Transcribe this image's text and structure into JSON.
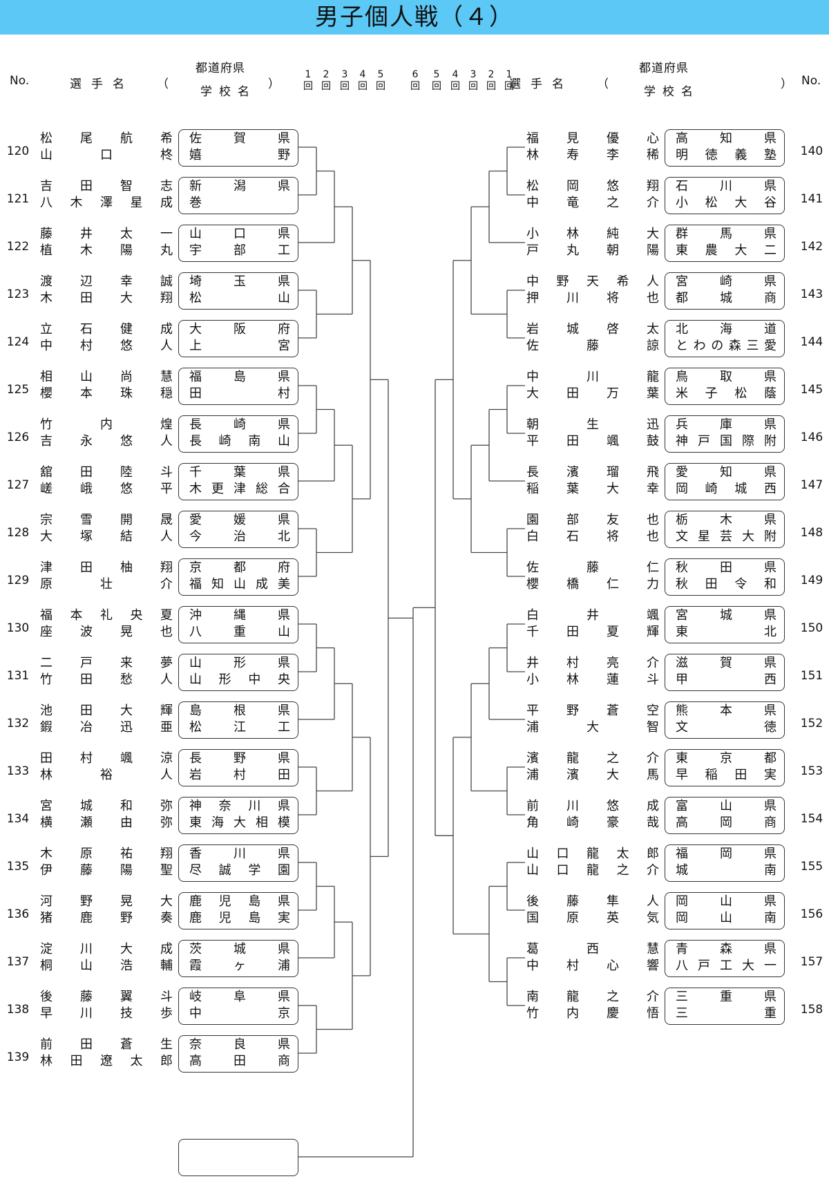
{
  "title": "男子個人戦（４）",
  "header": {
    "no": "No.",
    "player": "選手名",
    "pref": "都道府県",
    "school": "学校名",
    "paren_open": "（",
    "paren_close": "）",
    "rounds_left": [
      "1",
      "2",
      "3",
      "4",
      "5"
    ],
    "round_mid": "6",
    "rounds_right": [
      "5",
      "4",
      "3",
      "2",
      "1"
    ],
    "round_kanji": "回"
  },
  "left": [
    {
      "no": "120",
      "p1": "松尾航希",
      "p2": "山口柊",
      "pref": "佐賀県",
      "school": "嬉野"
    },
    {
      "no": "121",
      "p1": "吉田智志",
      "p2": "八木澤星成",
      "pref": "新潟県",
      "school": "巻"
    },
    {
      "no": "122",
      "p1": "藤井太一",
      "p2": "植木陽丸",
      "pref": "山口県",
      "school": "宇部工"
    },
    {
      "no": "123",
      "p1": "渡辺幸誠",
      "p2": "木田大翔",
      "pref": "埼玉県",
      "school": "松山"
    },
    {
      "no": "124",
      "p1": "立石健成",
      "p2": "中村悠人",
      "pref": "大阪府",
      "school": "上宮"
    },
    {
      "no": "125",
      "p1": "相山尚慧",
      "p2": "櫻本珠穏",
      "pref": "福島県",
      "school": "田村"
    },
    {
      "no": "126",
      "p1": "竹内煌",
      "p2": "吉永悠人",
      "pref": "長崎県",
      "school": "長崎南山"
    },
    {
      "no": "127",
      "p1": "舘田陸斗",
      "p2": "嵯峨悠平",
      "pref": "千葉県",
      "school": "木更津総合"
    },
    {
      "no": "128",
      "p1": "宗雪開晟",
      "p2": "大塚結人",
      "pref": "愛媛県",
      "school": "今治北"
    },
    {
      "no": "129",
      "p1": "津田柚翔",
      "p2": "原壮介",
      "pref": "京都府",
      "school": "福知山成美"
    },
    {
      "no": "130",
      "p1": "福本礼央夏",
      "p2": "座波晃也",
      "pref": "沖縄県",
      "school": "八重山"
    },
    {
      "no": "131",
      "p1": "二戸来夢",
      "p2": "竹田愁人",
      "pref": "山形県",
      "school": "山形中央"
    },
    {
      "no": "132",
      "p1": "池田大輝",
      "p2": "鍜冶迅亜",
      "pref": "島根県",
      "school": "松江工"
    },
    {
      "no": "133",
      "p1": "田村颯涼",
      "p2": "林裕人",
      "pref": "長野県",
      "school": "岩村田"
    },
    {
      "no": "134",
      "p1": "宮城和弥",
      "p2": "横瀬由弥",
      "pref": "神奈川県",
      "school": "東海大相模"
    },
    {
      "no": "135",
      "p1": "木原祐翔",
      "p2": "伊藤陽聖",
      "pref": "香川県",
      "school": "尽誠学園"
    },
    {
      "no": "136",
      "p1": "河野晃大",
      "p2": "猪鹿野奏",
      "pref": "鹿児島県",
      "school": "鹿児島実"
    },
    {
      "no": "137",
      "p1": "淀川大成",
      "p2": "桐山浩輔",
      "pref": "茨城県",
      "school": "霞ヶ浦"
    },
    {
      "no": "138",
      "p1": "後藤翼斗",
      "p2": "早川技歩",
      "pref": "岐阜県",
      "school": "中京"
    },
    {
      "no": "139",
      "p1": "前田蒼生",
      "p2": "林田遼太郎",
      "pref": "奈良県",
      "school": "高田商"
    }
  ],
  "right": [
    {
      "no": "140",
      "p1": "福見優心",
      "p2": "林寿李稀",
      "pref": "高知県",
      "school": "明徳義塾"
    },
    {
      "no": "141",
      "p1": "松岡悠翔",
      "p2": "中竜之介",
      "pref": "石川県",
      "school": "小松大谷"
    },
    {
      "no": "142",
      "p1": "小林純大",
      "p2": "戸丸朝陽",
      "pref": "群馬県",
      "school": "東農大二"
    },
    {
      "no": "143",
      "p1": "中野天希人",
      "p2": "押川将也",
      "pref": "宮崎県",
      "school": "都城商"
    },
    {
      "no": "144",
      "p1": "岩城啓太",
      "p2": "佐藤諒",
      "pref": "北海道",
      "school": "とわの森三愛"
    },
    {
      "no": "145",
      "p1": "中川龍",
      "p2": "大田万葉",
      "pref": "鳥取県",
      "school": "米子松蔭"
    },
    {
      "no": "146",
      "p1": "朝生迅",
      "p2": "平田颯鼓",
      "pref": "兵庫県",
      "school": "神戸国際附"
    },
    {
      "no": "147",
      "p1": "長濱瑠飛",
      "p2": "稲葉大幸",
      "pref": "愛知県",
      "school": "岡崎城西"
    },
    {
      "no": "148",
      "p1": "園部友也",
      "p2": "白石将也",
      "pref": "栃木県",
      "school": "文星芸大附"
    },
    {
      "no": "149",
      "p1": "佐藤仁",
      "p2": "櫻橋仁力",
      "pref": "秋田県",
      "school": "秋田令和"
    },
    {
      "no": "150",
      "p1": "白井颯",
      "p2": "千田夏輝",
      "pref": "宮城県",
      "school": "東北"
    },
    {
      "no": "151",
      "p1": "井村亮介",
      "p2": "小林蓮斗",
      "pref": "滋賀県",
      "school": "甲西"
    },
    {
      "no": "152",
      "p1": "平野蒼空",
      "p2": "浦大智",
      "pref": "熊本県",
      "school": "文徳"
    },
    {
      "no": "153",
      "p1": "濱龍之介",
      "p2": "浦濱大馬",
      "pref": "東京都",
      "school": "早稲田実"
    },
    {
      "no": "154",
      "p1": "前川悠成",
      "p2": "角崎豪哉",
      "pref": "富山県",
      "school": "高岡商"
    },
    {
      "no": "155",
      "p1": "山口龍太郎",
      "p2": "山口龍之介",
      "pref": "福岡県",
      "school": "城南"
    },
    {
      "no": "156",
      "p1": "後藤隼人",
      "p2": "国原英気",
      "pref": "岡山県",
      "school": "岡山南"
    },
    {
      "no": "157",
      "p1": "葛西慧",
      "p2": "中村心響",
      "pref": "青森県",
      "school": "八戸工大一"
    },
    {
      "no": "158",
      "p1": "南龍之介",
      "p2": "竹内慶悟",
      "pref": "三重県",
      "school": "三重"
    }
  ]
}
